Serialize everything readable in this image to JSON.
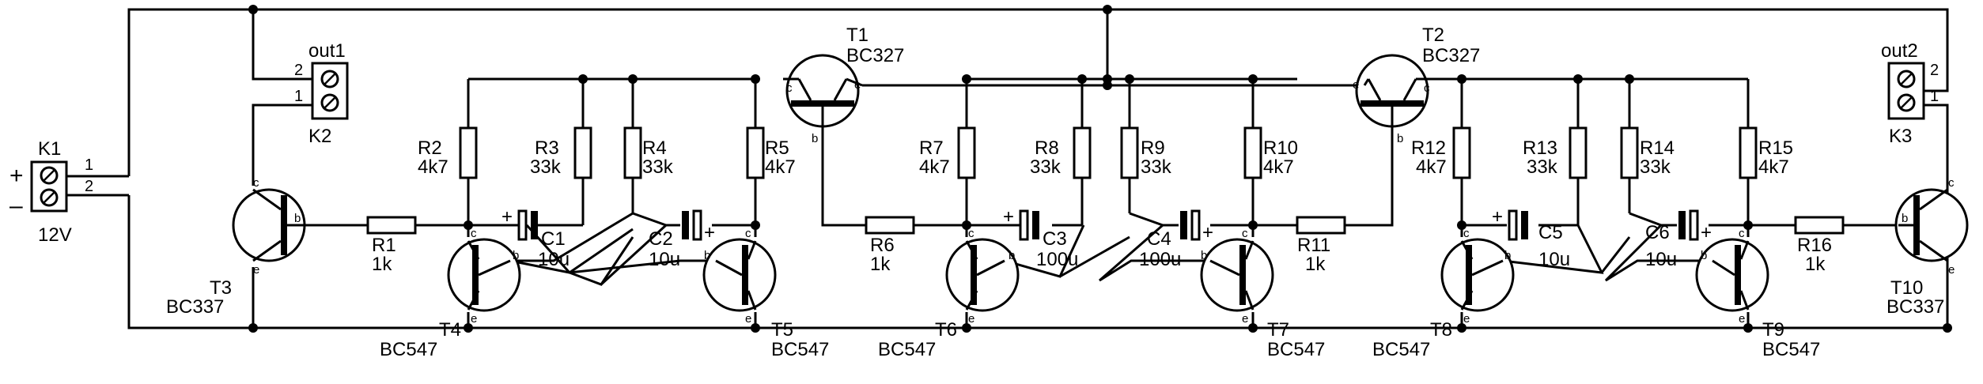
{
  "connectors": {
    "k1": {
      "ref": "K1",
      "value": "12V",
      "pins": [
        "1",
        "2"
      ],
      "polarity": [
        "+",
        "–"
      ]
    },
    "k2": {
      "ref": "K2",
      "title": "out1",
      "pins": [
        "2",
        "1"
      ]
    },
    "k3": {
      "ref": "K3",
      "title": "out2",
      "pins": [
        "2",
        "1"
      ]
    }
  },
  "resistors": {
    "r1": {
      "ref": "R1",
      "value": "1k"
    },
    "r2": {
      "ref": "R2",
      "value": "4k7"
    },
    "r3": {
      "ref": "R3",
      "value": "33k"
    },
    "r4": {
      "ref": "R4",
      "value": "33k"
    },
    "r5": {
      "ref": "R5",
      "value": "4k7"
    },
    "r6": {
      "ref": "R6",
      "value": "1k"
    },
    "r7": {
      "ref": "R7",
      "value": "4k7"
    },
    "r8": {
      "ref": "R8",
      "value": "33k"
    },
    "r9": {
      "ref": "R9",
      "value": "33k"
    },
    "r10": {
      "ref": "R10",
      "value": "4k7"
    },
    "r11": {
      "ref": "R11",
      "value": "1k"
    },
    "r12": {
      "ref": "R12",
      "value": "4k7"
    },
    "r13": {
      "ref": "R13",
      "value": "33k"
    },
    "r14": {
      "ref": "R14",
      "value": "33k"
    },
    "r15": {
      "ref": "R15",
      "value": "4k7"
    },
    "r16": {
      "ref": "R16",
      "value": "1k"
    }
  },
  "capacitors": {
    "c1": {
      "ref": "C1",
      "value": "10u"
    },
    "c2": {
      "ref": "C2",
      "value": "10u"
    },
    "c3": {
      "ref": "C3",
      "value": "100u"
    },
    "c4": {
      "ref": "C4",
      "value": "100u"
    },
    "c5": {
      "ref": "C5",
      "value": "10u"
    },
    "c6": {
      "ref": "C6",
      "value": "10u"
    },
    "plus": "+"
  },
  "transistors": {
    "t1": {
      "ref": "T1",
      "type": "BC327"
    },
    "t2": {
      "ref": "T2",
      "type": "BC327"
    },
    "t3": {
      "ref": "T3",
      "type": "BC337"
    },
    "t4": {
      "ref": "T4",
      "type": "BC547"
    },
    "t5": {
      "ref": "T5",
      "type": "BC547"
    },
    "t6": {
      "ref": "T6",
      "type": "BC547"
    },
    "t7": {
      "ref": "T7",
      "type": "BC547"
    },
    "t8": {
      "ref": "T8",
      "type": "BC547"
    },
    "t9": {
      "ref": "T9",
      "type": "BC547"
    },
    "t10": {
      "ref": "T10",
      "type": "BC337"
    }
  },
  "pin_letters": {
    "b": "b",
    "c": "c",
    "e": "e"
  }
}
